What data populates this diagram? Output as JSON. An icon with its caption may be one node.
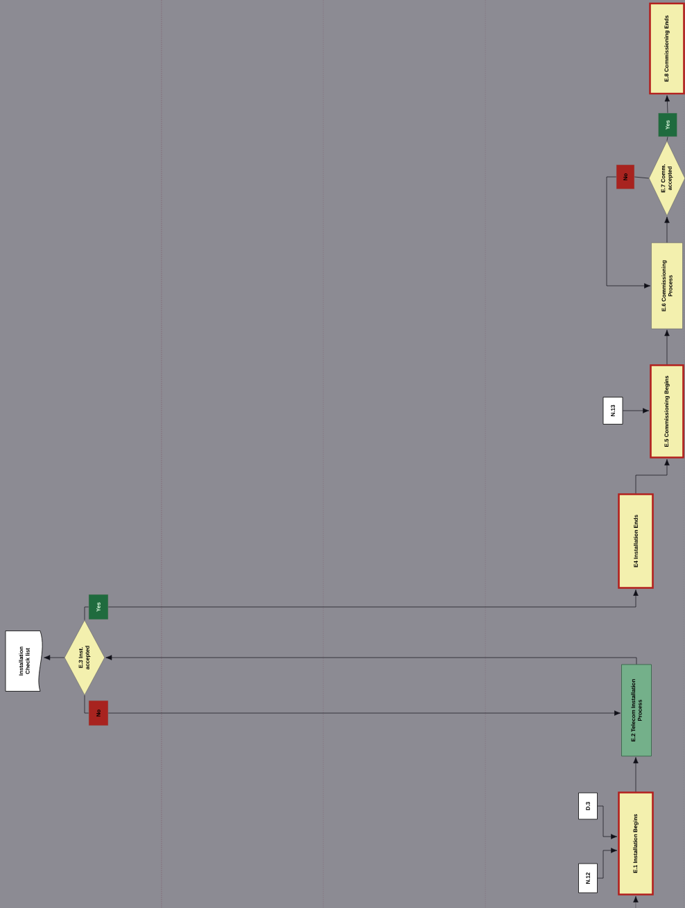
{
  "diagram": {
    "nodes": [
      {
        "text": [
          "N.12"
        ]
      },
      {
        "text": [
          "D.3"
        ]
      },
      {
        "text": [
          "E.1 Installation Begins"
        ]
      },
      {
        "text": [
          "E.2 Telecom Installation Process"
        ]
      },
      {
        "text": [
          "E.3 Inst. accepted"
        ]
      },
      {
        "text": [
          "Installation Check list"
        ]
      },
      {
        "text": [
          "No"
        ]
      },
      {
        "text": [
          "Yes"
        ]
      },
      {
        "text": [
          "E4 Installation Ends"
        ]
      },
      {
        "text": [
          "N.13"
        ]
      },
      {
        "text": [
          "E.5 Commissioning Begins"
        ]
      },
      {
        "text": [
          "E.6 Commissioning Process"
        ]
      },
      {
        "text": [
          "E.7 Comm. accepted"
        ]
      },
      {
        "text": [
          "No"
        ]
      },
      {
        "text": [
          "Yes"
        ]
      },
      {
        "text": [
          "E.8 Commissioning Ends"
        ]
      }
    ],
    "edges": [
      {
        "from": null,
        "to": 2,
        "arrow": "to"
      },
      {
        "from": 0,
        "to": 2,
        "arrow": "to"
      },
      {
        "from": 1,
        "to": 2,
        "arrow": "to"
      },
      {
        "from": 2,
        "to": 3,
        "arrow": "to"
      },
      {
        "from": 3,
        "to": 4,
        "arrow": "to"
      },
      {
        "from": 4,
        "to": 5,
        "arrow": "to"
      },
      {
        "from": 4,
        "to": 6,
        "arrow": "none"
      },
      {
        "from": 6,
        "to": 3,
        "arrow": "to"
      },
      {
        "from": 4,
        "to": 7,
        "arrow": "none"
      },
      {
        "from": 7,
        "to": 8,
        "arrow": "to"
      },
      {
        "from": 8,
        "to": 10,
        "arrow": "to"
      },
      {
        "from": 9,
        "to": 10,
        "arrow": "to"
      },
      {
        "from": 10,
        "to": 11,
        "arrow": "to"
      },
      {
        "from": 11,
        "to": 12,
        "arrow": "to"
      },
      {
        "from": 12,
        "to": 13,
        "arrow": "none"
      },
      {
        "from": 13,
        "to": 11,
        "arrow": "to"
      },
      {
        "from": 12,
        "to": 14,
        "arrow": "none"
      },
      {
        "from": 14,
        "to": 15,
        "arrow": "to"
      }
    ]
  }
}
